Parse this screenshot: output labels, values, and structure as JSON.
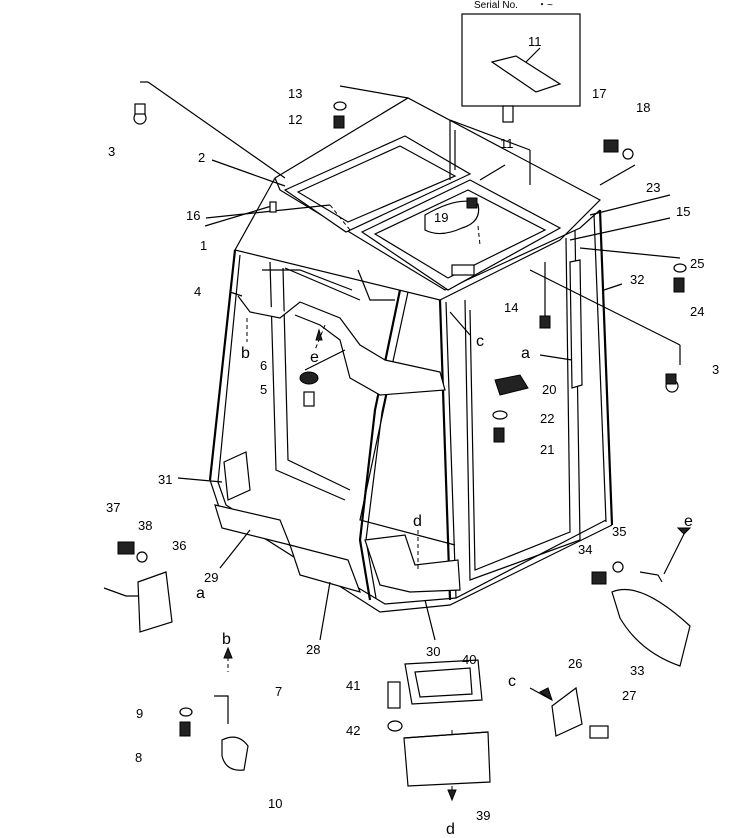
{
  "header": {
    "serial_label": "Serial No.",
    "serial_suffix": "・~"
  },
  "callouts": [
    {
      "id": "c1",
      "text": "1"
    },
    {
      "id": "c2",
      "text": "2"
    },
    {
      "id": "c3a",
      "text": "3"
    },
    {
      "id": "c3b",
      "text": "3"
    },
    {
      "id": "c4",
      "text": "4"
    },
    {
      "id": "c5",
      "text": "5"
    },
    {
      "id": "c6",
      "text": "6"
    },
    {
      "id": "c7",
      "text": "7"
    },
    {
      "id": "c8",
      "text": "8"
    },
    {
      "id": "c9",
      "text": "9"
    },
    {
      "id": "c10",
      "text": "10"
    },
    {
      "id": "c11a",
      "text": "11"
    },
    {
      "id": "c11b",
      "text": "11"
    },
    {
      "id": "c12",
      "text": "12"
    },
    {
      "id": "c13",
      "text": "13"
    },
    {
      "id": "c14",
      "text": "14"
    },
    {
      "id": "c15",
      "text": "15"
    },
    {
      "id": "c16",
      "text": "16"
    },
    {
      "id": "c17",
      "text": "17"
    },
    {
      "id": "c18",
      "text": "18"
    },
    {
      "id": "c19",
      "text": "19"
    },
    {
      "id": "c20",
      "text": "20"
    },
    {
      "id": "c21",
      "text": "21"
    },
    {
      "id": "c22",
      "text": "22"
    },
    {
      "id": "c23",
      "text": "23"
    },
    {
      "id": "c24",
      "text": "24"
    },
    {
      "id": "c25",
      "text": "25"
    },
    {
      "id": "c26",
      "text": "26"
    },
    {
      "id": "c27",
      "text": "27"
    },
    {
      "id": "c28",
      "text": "28"
    },
    {
      "id": "c29",
      "text": "29"
    },
    {
      "id": "c30",
      "text": "30"
    },
    {
      "id": "c31",
      "text": "31"
    },
    {
      "id": "c32",
      "text": "32"
    },
    {
      "id": "c33",
      "text": "33"
    },
    {
      "id": "c34",
      "text": "34"
    },
    {
      "id": "c35",
      "text": "35"
    },
    {
      "id": "c36",
      "text": "36"
    },
    {
      "id": "c37",
      "text": "37"
    },
    {
      "id": "c38",
      "text": "38"
    },
    {
      "id": "c39",
      "text": "39"
    },
    {
      "id": "c40",
      "text": "40"
    },
    {
      "id": "c41",
      "text": "41"
    },
    {
      "id": "c42",
      "text": "42"
    }
  ],
  "letters": [
    {
      "id": "la1",
      "text": "a"
    },
    {
      "id": "la2",
      "text": "a"
    },
    {
      "id": "lb1",
      "text": "b"
    },
    {
      "id": "lb2",
      "text": "b"
    },
    {
      "id": "lc1",
      "text": "c"
    },
    {
      "id": "lc2",
      "text": "c"
    },
    {
      "id": "ld1",
      "text": "d"
    },
    {
      "id": "ld2",
      "text": "d"
    },
    {
      "id": "le1",
      "text": "e"
    },
    {
      "id": "le2",
      "text": "e"
    }
  ]
}
